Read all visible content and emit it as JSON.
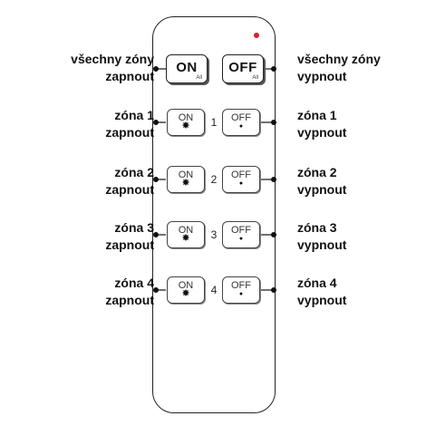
{
  "remote": {
    "all_on": {
      "button_text": "ON",
      "button_sub": "All",
      "label_line1": "všechny zóny",
      "label_line2": "zapnout"
    },
    "all_off": {
      "button_text": "OFF",
      "button_sub": "All",
      "label_line1": "všechny zóny",
      "label_line2": "vypnout"
    },
    "zones": [
      {
        "number": "1",
        "on_text": "ON",
        "on_symbol": "✸",
        "off_text": "OFF",
        "off_symbol": "●",
        "on_label_line1": "zóna 1",
        "on_label_line2": "zapnout",
        "off_label_line1": "zóna 1",
        "off_label_line2": "vypnout"
      },
      {
        "number": "2",
        "on_text": "ON",
        "on_symbol": "✸",
        "off_text": "OFF",
        "off_symbol": "●",
        "on_label_line1": "zóna 2",
        "on_label_line2": "zapnout",
        "off_label_line1": "zóna 2",
        "off_label_line2": "vypnout"
      },
      {
        "number": "3",
        "on_text": "ON",
        "on_symbol": "✸",
        "off_text": "OFF",
        "off_symbol": "●",
        "on_label_line1": "zóna 3",
        "on_label_line2": "zapnout",
        "off_label_line1": "zóna 3",
        "off_label_line2": "vypnout"
      },
      {
        "number": "4",
        "on_text": "ON",
        "on_symbol": "✸",
        "off_text": "OFF",
        "off_symbol": "●",
        "on_label_line1": "zóna 4",
        "on_label_line2": "zapnout",
        "off_label_line1": "zóna 4",
        "off_label_line2": "vypnout"
      }
    ],
    "colors": {
      "led": "#d8202c",
      "outline": "#222222"
    }
  }
}
